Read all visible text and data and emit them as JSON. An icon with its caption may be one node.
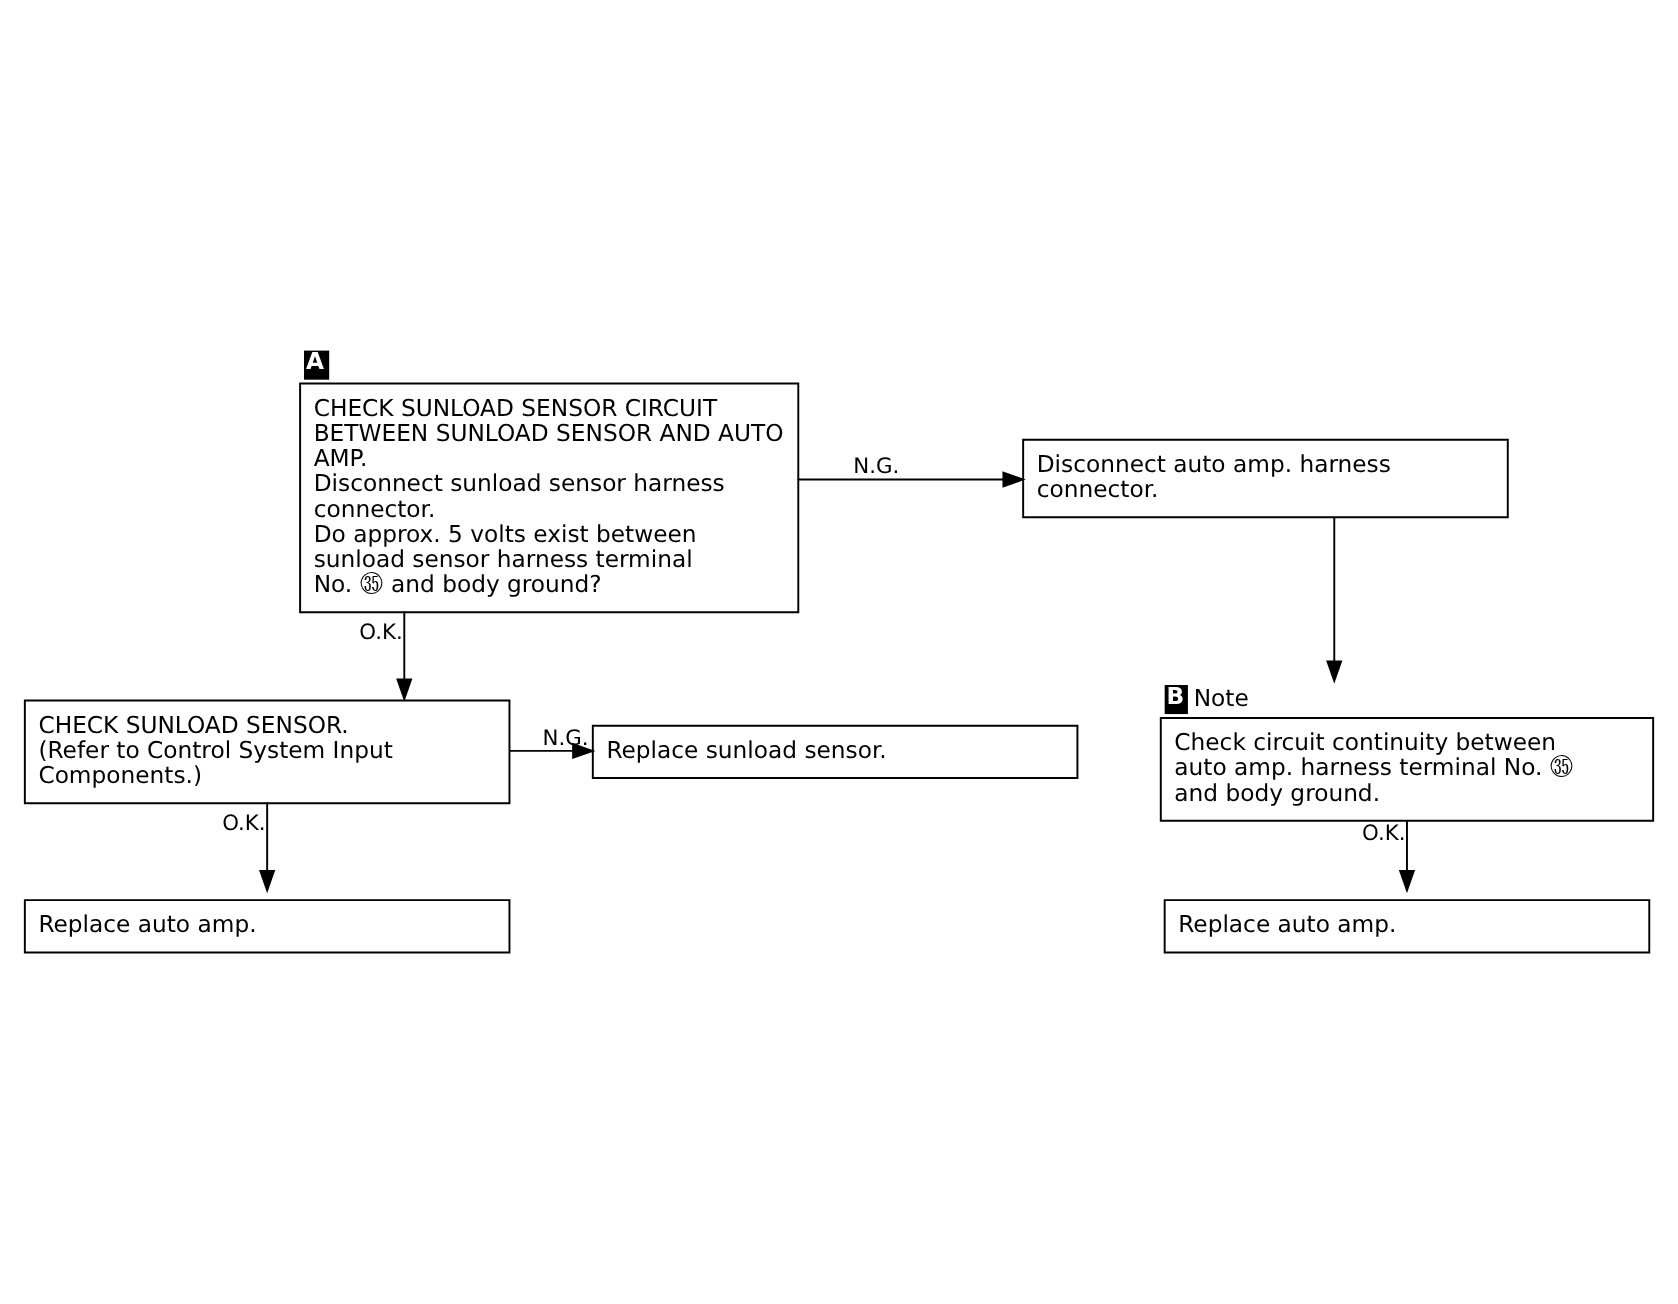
{
  "diagram": {
    "nodes": [
      {
        "text": [
          "CHECK SUNLOAD SENSOR CIRCUIT BETWEEN SUNLOAD SENSOR AND AUTO AMP.",
          "Disconnect sunload sensor harness connector.",
          "Do approx. 5 volts exist between sunload sensor harness terminal No. ㉟ and body ground?"
        ],
        "beside": [
          "A"
        ]
      },
      {
        "text": [
          "Disconnect auto amp. harness connector."
        ]
      },
      {
        "text": [
          "Check circuit continuity between auto amp. harness terminal No. ㉟ and body ground."
        ],
        "beside": [
          "B",
          "Note"
        ]
      },
      {
        "text": [
          "Replace auto amp."
        ]
      },
      {
        "text": [
          "CHECK SUNLOAD SENSOR.",
          "(Refer to Control System Input Components.)"
        ]
      },
      {
        "text": [
          "Replace sunload sensor."
        ]
      },
      {
        "text": [
          "Replace auto amp."
        ]
      }
    ],
    "edges": [
      {
        "from": 0,
        "to": 1,
        "arrow": "to",
        "label": "N.G."
      },
      {
        "from": 1,
        "to": 2,
        "arrow": "to"
      },
      {
        "from": 2,
        "to": 3,
        "arrow": "to",
        "label": "O.K."
      },
      {
        "from": 0,
        "to": 4,
        "arrow": "to",
        "label": "O.K."
      },
      {
        "from": 4,
        "to": 5,
        "arrow": "to",
        "label": "N.G."
      },
      {
        "from": 4,
        "to": 6,
        "arrow": "to",
        "label": "O.K."
      }
    ]
  }
}
